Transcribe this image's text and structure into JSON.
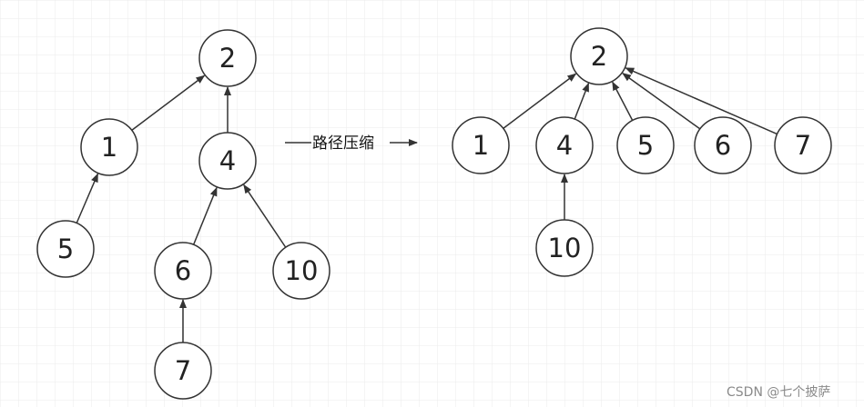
{
  "diagram": {
    "transform_label": "路径压缩",
    "watermark": "CSDN @七个披萨",
    "before_tree": {
      "nodes": [
        {
          "id": "b2",
          "label": "2"
        },
        {
          "id": "b1",
          "label": "1"
        },
        {
          "id": "b4",
          "label": "4"
        },
        {
          "id": "b5",
          "label": "5"
        },
        {
          "id": "b6",
          "label": "6"
        },
        {
          "id": "b10",
          "label": "10"
        },
        {
          "id": "b7",
          "label": "7"
        }
      ],
      "edges": [
        {
          "from": "b1",
          "to": "b2"
        },
        {
          "from": "b4",
          "to": "b2"
        },
        {
          "from": "b5",
          "to": "b1"
        },
        {
          "from": "b6",
          "to": "b4"
        },
        {
          "from": "b10",
          "to": "b4"
        },
        {
          "from": "b7",
          "to": "b6"
        }
      ]
    },
    "after_tree": {
      "nodes": [
        {
          "id": "a2",
          "label": "2"
        },
        {
          "id": "a1",
          "label": "1"
        },
        {
          "id": "a4",
          "label": "4"
        },
        {
          "id": "a5",
          "label": "5"
        },
        {
          "id": "a6",
          "label": "6"
        },
        {
          "id": "a7",
          "label": "7"
        },
        {
          "id": "a10",
          "label": "10"
        }
      ],
      "edges": [
        {
          "from": "a1",
          "to": "a2"
        },
        {
          "from": "a4",
          "to": "a2"
        },
        {
          "from": "a5",
          "to": "a2"
        },
        {
          "from": "a6",
          "to": "a2"
        },
        {
          "from": "a7",
          "to": "a2"
        },
        {
          "from": "a10",
          "to": "a4"
        }
      ]
    },
    "colors": {
      "grid": "#ebebeb",
      "stroke": "#333333",
      "node_fill": "#ffffff"
    }
  }
}
